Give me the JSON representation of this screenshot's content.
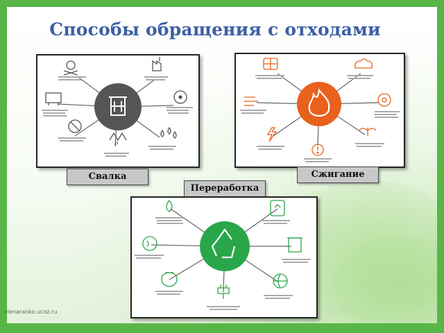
{
  "slide": {
    "title": "Способы обращения с отходами",
    "footer": "elenaranko.ucoz.ru"
  },
  "panels": {
    "landfill": {
      "label": "Свалка",
      "accent": "#555555",
      "icons": [
        "skull-icon",
        "factory-icon",
        "radiation-icon",
        "drops-icon",
        "parking-icon",
        "no-tree-icon",
        "billboard-icon"
      ]
    },
    "incineration": {
      "label": "Сжигание",
      "accent": "#e8611d",
      "icons": [
        "grid-icon",
        "cloud-icon",
        "biohazard-icon",
        "plant-icon",
        "warning-icon",
        "lightning-icon",
        "wind-icon"
      ]
    },
    "recycling": {
      "label": "Переработка",
      "accent": "#2aa64a",
      "icons": [
        "drop-icon",
        "recycle-bag-icon",
        "container-icon",
        "globe-icon",
        "plug-icon",
        "money-bag-icon",
        "water-drops-icon"
      ]
    }
  },
  "colors": {
    "frame": "#58b646",
    "title": "#3d5fa6"
  }
}
